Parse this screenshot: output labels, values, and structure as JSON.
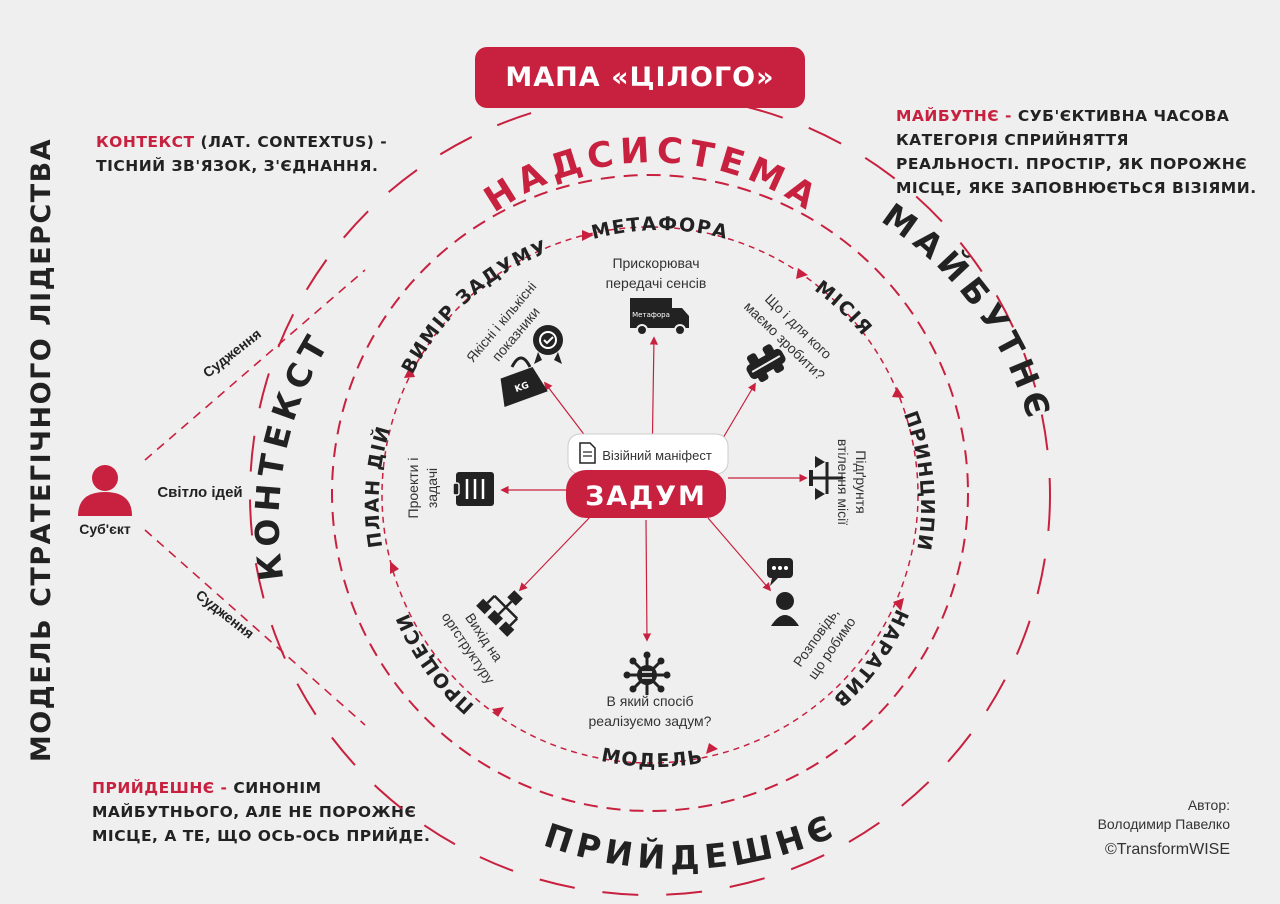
{
  "title": "МАПА «ЦІЛОГО»",
  "side_title": "МОДЕЛЬ СТРАТЕГІЧНОГО ЛІДЕРСТВА",
  "notes": {
    "context": {
      "term": "КОНТЕКСТ",
      "line1_rest": " (ЛАТ. CONTEXTUS) -",
      "line2": "ТІСНИЙ ЗВ'ЯЗОК, З'ЄДНАННЯ."
    },
    "future": {
      "term": "МАЙБУТНЄ -",
      "line1_rest": " СУБ'ЄКТИВНА ЧАСОВА",
      "line2": "КАТЕГОРІЯ СПРИЙНЯТТЯ",
      "line3": "РЕАЛЬНОСТІ. ПРОСТІР, ЯК ПОРОЖНЄ",
      "line4": "МІСЦЕ, ЯКЕ ЗАПОВНЮЄТЬСЯ ВІЗІЯМИ."
    },
    "coming": {
      "term": "ПРИЙДЕШНЄ -",
      "line1_rest": " СИНОНІМ",
      "line2": "МАЙБУТНЬОГО, АЛЕ НЕ ПОРОЖНЄ",
      "line3": "МІСЦЕ, А ТЕ, ЩО ОСЬ-ОСЬ ПРИЙДЕ."
    }
  },
  "rings": {
    "supersystem": "НАДСИСТЕМА",
    "future": "МАЙБУТНЄ",
    "context": "КОНТЕКСТ",
    "coming": "ПРИЙДЕШНЄ"
  },
  "subject": {
    "label": "Суб'єкт",
    "light": "Світло ідей",
    "judgment_top": "Судження",
    "judgment_bottom": "Судження"
  },
  "center": {
    "manifest": "Візійний маніфест",
    "core": "ЗАДУМ"
  },
  "stages": {
    "metaphor": {
      "label": "МЕТАФОРА",
      "desc1": "Прискорювач",
      "desc2": "передачі сенсів",
      "truck_text": "Метафора"
    },
    "mission": {
      "label": "МІСІЯ",
      "desc1": "Що і для кого",
      "desc2": "маємо зробити?"
    },
    "principles": {
      "label": "ПРИНЦИПИ",
      "desc1": "Підґрунтя",
      "desc2": "втілення місії"
    },
    "narrative": {
      "label": "НАРАТИВ",
      "desc1": "Розповідь,",
      "desc2": "що робимо"
    },
    "model": {
      "label": "МОДЕЛЬ",
      "desc1": "В який спосіб",
      "desc2": "реалізуємо задум?"
    },
    "processes": {
      "label": "ПРОЦЕСИ",
      "desc1": "Вихід на",
      "desc2": "оргструктуру"
    },
    "plan": {
      "label": "ПЛАН ДІЙ",
      "desc1": "Проекти і",
      "desc2": "задачі"
    },
    "measure": {
      "label": "ВИМІР ЗАДУМУ",
      "desc1": "Якісні і кількісні",
      "desc2": "показники",
      "badge": "KG"
    }
  },
  "author": {
    "label": "Автор:",
    "name": "Володимир Павелко",
    "copyright": "©TransformWISE"
  },
  "colors": {
    "accent": "#c8213f",
    "dark": "#222222",
    "background": "#efefef"
  },
  "icons": [
    "document-icon",
    "truck-icon",
    "handshake-icon",
    "balance-icon",
    "speech-person-icon",
    "network-icon",
    "hierarchy-icon",
    "checklist-icon",
    "weight-medal-icon",
    "person-icon"
  ]
}
